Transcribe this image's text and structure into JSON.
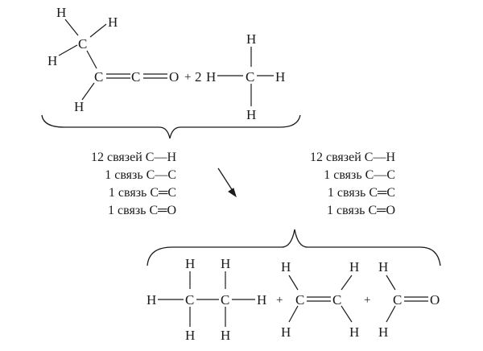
{
  "reaction": {
    "plus": "+",
    "coefficient": "2",
    "arrow_icon": "arrow-down-right-icon"
  },
  "atoms": {
    "H": "H",
    "C": "C",
    "O": "O"
  },
  "reactant_bonds": [
    "12 связей C—H",
    "1 связь C—C",
    "1 связь C═C",
    "1 связь C═O"
  ],
  "product_bonds": [
    "12 связей C—H",
    "1 связь C—C",
    "1 связь C═C",
    "1 связь C═O"
  ]
}
